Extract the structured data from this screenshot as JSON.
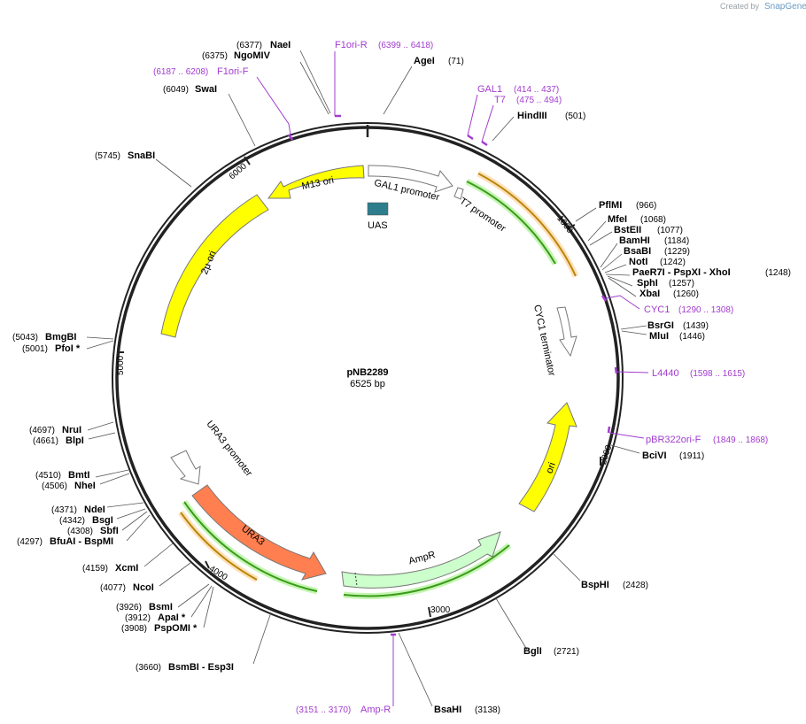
{
  "credit": {
    "prefix": "Created by",
    "brand": "SnapGene"
  },
  "plasmid": {
    "name": "pNB2289",
    "length_label": "6525 bp"
  },
  "ticks": [
    "1000",
    "2000",
    "3000",
    "4000",
    "5000",
    "6000"
  ],
  "sites": [
    {
      "pos": "(6377)",
      "name": "NaeI"
    },
    {
      "pos": "(6375)",
      "name": "NgoMIV"
    },
    {
      "pos": "(71)",
      "name": "AgeI"
    },
    {
      "pos": "(6049)",
      "name": "SwaI"
    },
    {
      "pos": "(501)",
      "name": "HindIII"
    },
    {
      "pos": "(5745)",
      "name": "SnaBI"
    },
    {
      "pos": "(966)",
      "name": "PflMI"
    },
    {
      "pos": "(1068)",
      "name": "MfeI"
    },
    {
      "pos": "(1077)",
      "name": "BstEII"
    },
    {
      "pos": "(1184)",
      "name": "BamHI"
    },
    {
      "pos": "(1229)",
      "name": "BsaBI"
    },
    {
      "pos": "(1242)",
      "name": "NotI"
    },
    {
      "pos": "(1248)",
      "name": "PaeR7I - PspXI - XhoI"
    },
    {
      "pos": "(1257)",
      "name": "SphI"
    },
    {
      "pos": "(1260)",
      "name": "XbaI"
    },
    {
      "pos": "(1439)",
      "name": "BsrGI"
    },
    {
      "pos": "(1446)",
      "name": "MluI"
    },
    {
      "pos": "(5043)",
      "name": "BmgBI"
    },
    {
      "pos": "(5001)",
      "name": "PfoI *"
    },
    {
      "pos": "(4697)",
      "name": "NruI"
    },
    {
      "pos": "(4661)",
      "name": "BlpI"
    },
    {
      "pos": "(1911)",
      "name": "BciVI"
    },
    {
      "pos": "(4510)",
      "name": "BmtI"
    },
    {
      "pos": "(4506)",
      "name": "NheI"
    },
    {
      "pos": "(4371)",
      "name": "NdeI"
    },
    {
      "pos": "(4342)",
      "name": "BsgI"
    },
    {
      "pos": "(4308)",
      "name": "SbfI"
    },
    {
      "pos": "(4297)",
      "name": "BfuAI - BspMI"
    },
    {
      "pos": "(4159)",
      "name": "XcmI"
    },
    {
      "pos": "(4077)",
      "name": "NcoI"
    },
    {
      "pos": "(2428)",
      "name": "BspHI"
    },
    {
      "pos": "(3926)",
      "name": "BsmI"
    },
    {
      "pos": "(3912)",
      "name": "ApaI *"
    },
    {
      "pos": "(3908)",
      "name": "PspOMI *"
    },
    {
      "pos": "(2721)",
      "name": "BglI"
    },
    {
      "pos": "(3660)",
      "name": "BsmBI - Esp3I"
    },
    {
      "pos": "(3138)",
      "name": "BsaHI"
    }
  ],
  "primers": [
    {
      "name": "F1ori-R",
      "range": "(6399 .. 6418)"
    },
    {
      "name": "F1ori-F",
      "range": "(6187 .. 6208)"
    },
    {
      "name": "GAL1",
      "range": "(414 .. 437)"
    },
    {
      "name": "T7",
      "range": "(475 .. 494)"
    },
    {
      "name": "CYC1",
      "range": "(1290 .. 1308)"
    },
    {
      "name": "L4440",
      "range": "(1598 .. 1615)"
    },
    {
      "name": "pBR322ori-F",
      "range": "(1849 .. 1868)"
    },
    {
      "name": "Amp-R",
      "range": "(3151 .. 3170)"
    }
  ],
  "features": {
    "m13": "M13 ori",
    "gal1": "GAL1 promoter",
    "t7": "T7 promoter",
    "uas": "UAS",
    "two_mu": "2μ ori",
    "cyc1": "CYC1 terminator",
    "ori": "ori",
    "ampr": "AmpR",
    "ura3_promoter": "URA3 promoter",
    "ura3": "URA3"
  },
  "colors": {
    "backbone": "#222222",
    "yellow_feature": "#ffff00",
    "ura3": "#ff7f50",
    "ampr": "#ccffcc",
    "uas": "#2e7d8c",
    "primer": "#a23ccf",
    "orf_green": "#3a9c1a",
    "orf_orange": "#b8860b"
  }
}
